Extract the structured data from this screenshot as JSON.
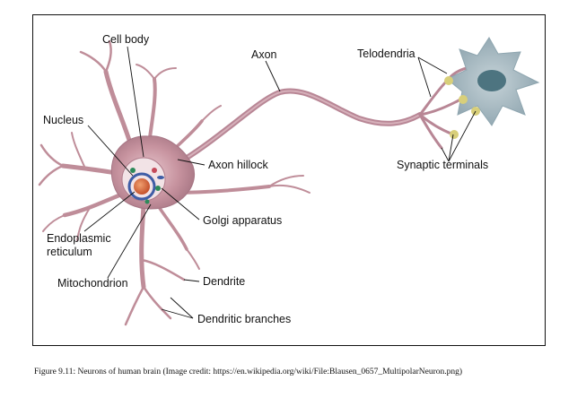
{
  "labels": {
    "cell_body": "Cell body",
    "axon": "Axon",
    "telodendria": "Telodendria",
    "nucleus": "Nucleus",
    "axon_hillock": "Axon hillock",
    "synaptic_terminals": "Synaptic terminals",
    "golgi_apparatus": "Golgi apparatus",
    "endoplasmic_line1": "Endoplasmic",
    "endoplasmic_line2": "reticulum",
    "mitochondrion": "Mitochondrion",
    "dendrite": "Dendrite",
    "dendritic_branches": "Dendritic branches"
  },
  "caption": "Figure 9.11: Neurons of human brain (Image credit: https://en.wikipedia.org/wiki/File:Blausen_0657_MultipolarNeuron.png)",
  "colors": {
    "membrane": "#c89aa6",
    "membrane_dark": "#a77886",
    "target_cell": "#9fb4bf",
    "target_nucleus": "#4d7480",
    "terminal_yellow": "#d8cf7a",
    "nucleus": "#d8663a",
    "er_blue": "#3f5da6"
  }
}
